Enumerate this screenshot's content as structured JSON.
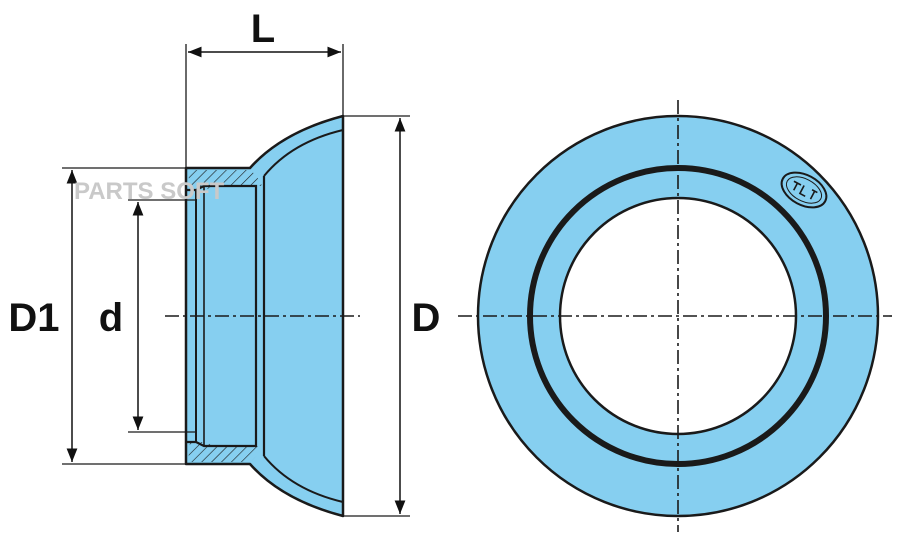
{
  "labels": {
    "length": "L",
    "flange_diameter": "D",
    "collar_diameter": "D1",
    "inner_diameter": "d"
  },
  "watermark": "PARTS SOFT",
  "colors": {
    "fill": "#86cff0",
    "outline": "#1a1a1a",
    "hatch_bg": "#86cff0",
    "watermark": "#c9c9c9",
    "background": "#ffffff"
  },
  "icons": {
    "logo": "brand-oval-logo-icon"
  }
}
